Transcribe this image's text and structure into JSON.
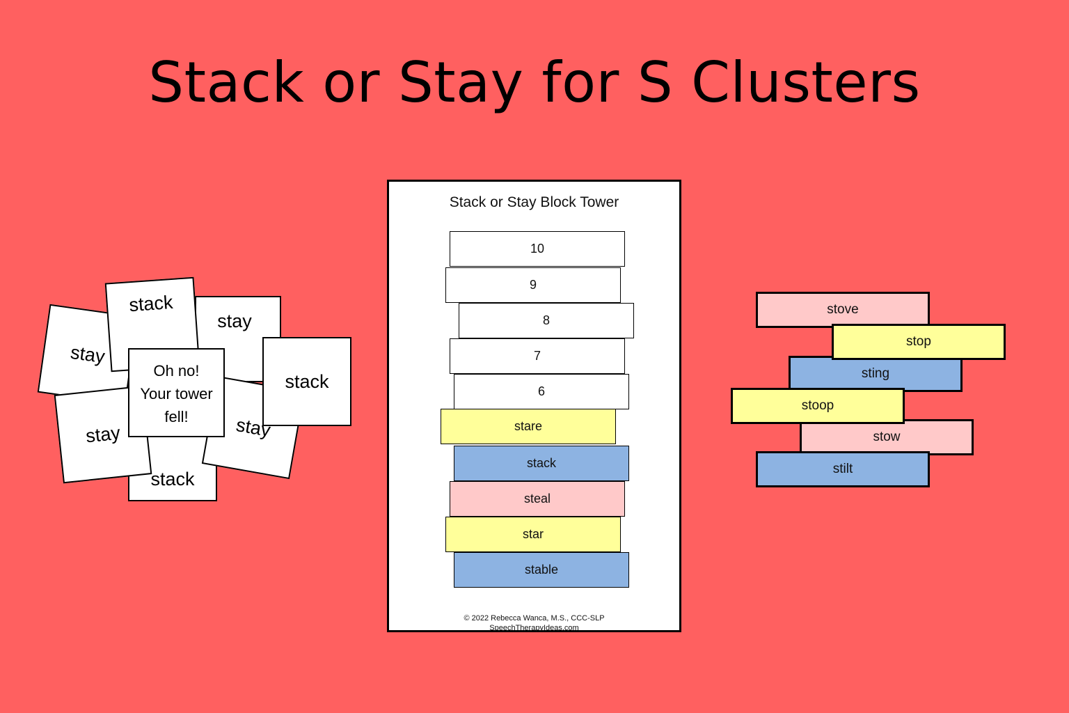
{
  "title": "Stack or Stay for S Clusters",
  "cards": {
    "c1": "stay",
    "c2": "stack",
    "c3": "stay",
    "c4": "stay",
    "c5": "stack",
    "c6": "stay",
    "c7": "stack",
    "c8": "Oh no!\nYour tower\nfell!"
  },
  "sheet": {
    "title": "Stack or Stay Block Tower",
    "blocks": [
      "10",
      "9",
      "8",
      "7",
      "6",
      "stare",
      "stack",
      "steal",
      "star",
      "stable"
    ],
    "footer_copyright": "© 2022 Rebecca Wanca, M.S., CCC-SLP",
    "footer_site": "SpeechTherapyIdeas.com"
  },
  "loose_blocks": [
    "stove",
    "stop",
    "sting",
    "stoop",
    "stow",
    "stilt"
  ],
  "colors": {
    "background": "#ff6060",
    "yellow": "#ffff9a",
    "blue": "#8db3e2",
    "pink": "#ffc9c9"
  }
}
